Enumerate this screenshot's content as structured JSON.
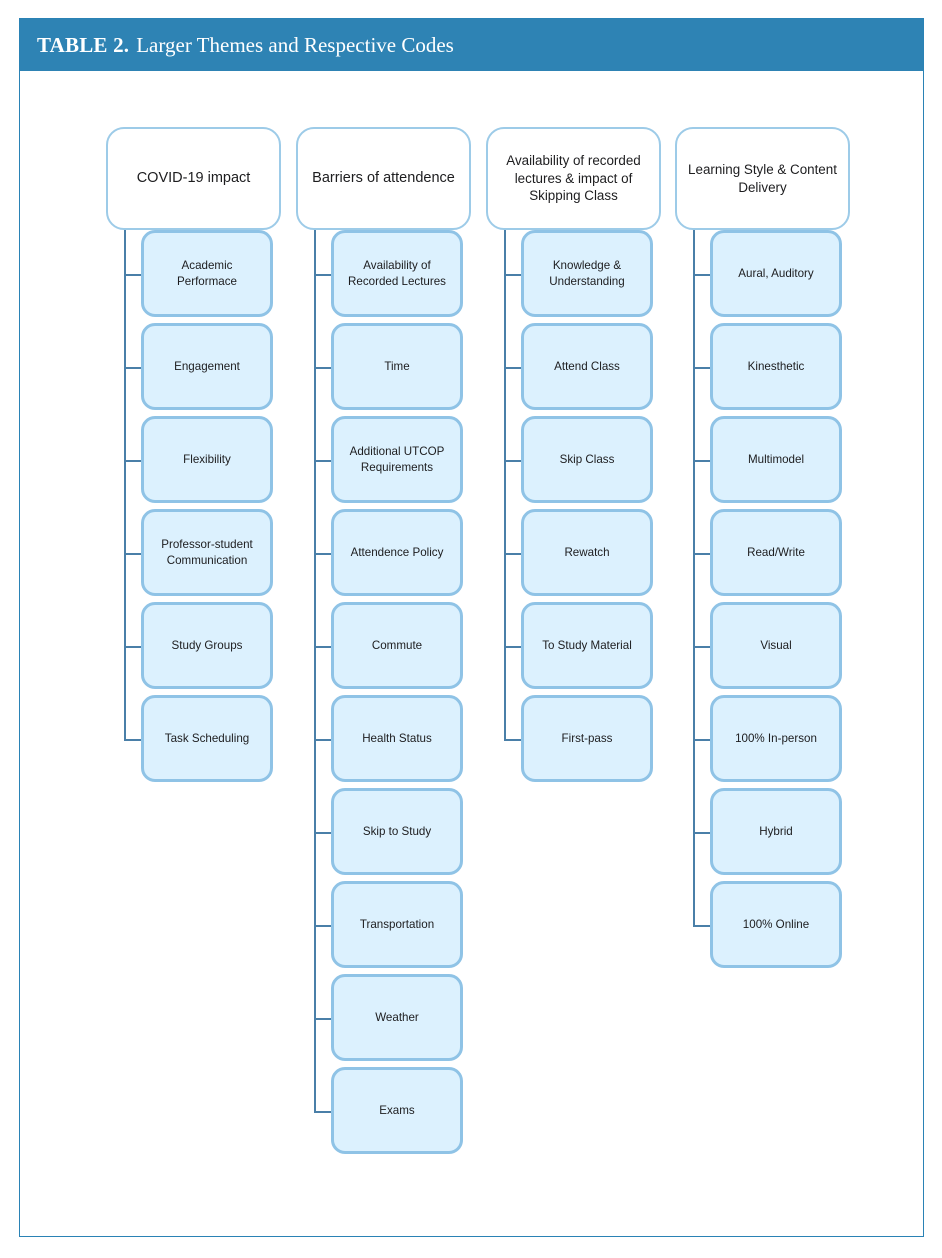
{
  "header": {
    "table_label": "TABLE 2.",
    "caption": "Larger Themes and Respective Codes",
    "bar_color": "#2e83b4"
  },
  "colors": {
    "frame_border": "#2a82b5",
    "theme_box_border": "#9dcbe8",
    "theme_box_fill": "#ffffff",
    "code_box_border": "#8fc3e6",
    "code_box_fill": "#dcf1fe",
    "connector_line": "#4a7fa8",
    "text": "#1d1d1f"
  },
  "columns": [
    {
      "theme": "COVID-19 impact",
      "codes": [
        "Academic Performace",
        "Engagement",
        "Flexibility",
        "Professor-student Communication",
        "Study Groups",
        "Task Scheduling"
      ]
    },
    {
      "theme": "Barriers of attendence",
      "codes": [
        "Availability of Recorded Lectures",
        "Time",
        "Additional UTCOP Requirements",
        "Attendence Policy",
        "Commute",
        "Health Status",
        "Skip to Study",
        "Transportation",
        "Weather",
        "Exams"
      ]
    },
    {
      "theme": "Availability of recorded lectures & impact of Skipping Class",
      "codes": [
        "Knowledge & Understanding",
        "Attend Class",
        "Skip Class",
        "Rewatch",
        "To Study Material",
        "First-pass"
      ]
    },
    {
      "theme": "Learning Style & Content Delivery",
      "codes": [
        "Aural, Auditory",
        "Kinesthetic",
        "Multimodel",
        "Read/Write",
        "Visual",
        "100% In-person",
        "Hybrid",
        "100% Online"
      ]
    }
  ]
}
